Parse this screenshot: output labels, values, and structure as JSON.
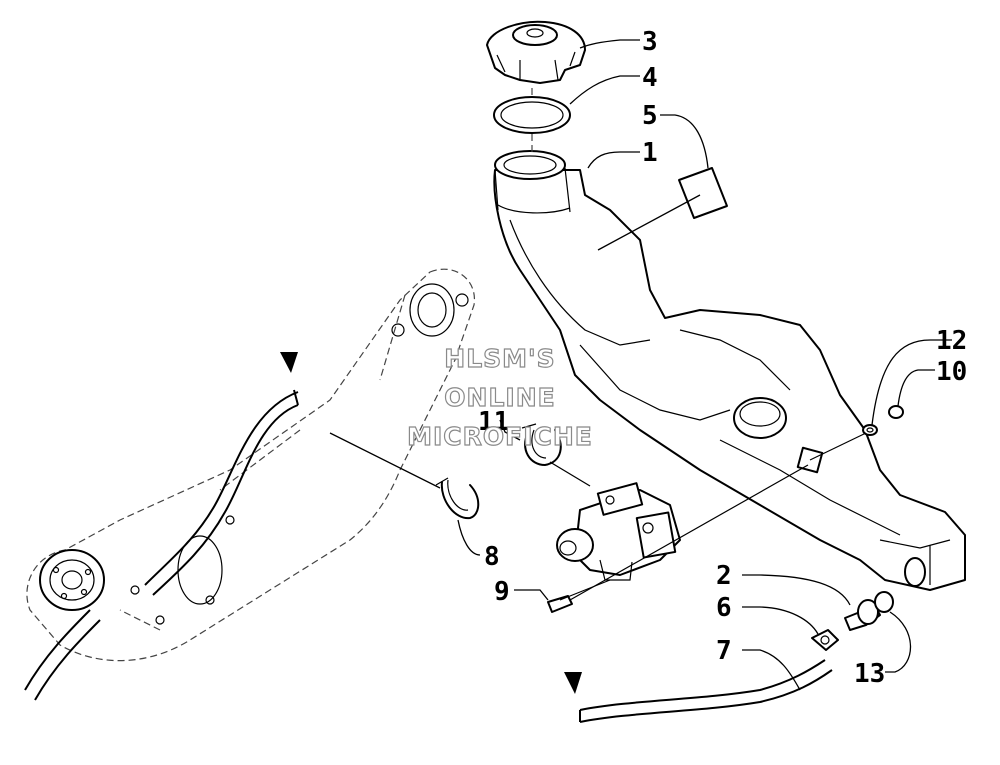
{
  "watermark": {
    "line1": "HLSM'S",
    "line2": "ONLINE",
    "line3": "MICROFICHE"
  },
  "callouts": [
    {
      "id": "c1",
      "label": "1"
    },
    {
      "id": "c2",
      "label": "2"
    },
    {
      "id": "c3",
      "label": "3"
    },
    {
      "id": "c4",
      "label": "4"
    },
    {
      "id": "c5",
      "label": "5"
    },
    {
      "id": "c6",
      "label": "6"
    },
    {
      "id": "c7",
      "label": "7"
    },
    {
      "id": "c8",
      "label": "8"
    },
    {
      "id": "c9",
      "label": "9"
    },
    {
      "id": "c10",
      "label": "10"
    },
    {
      "id": "c11",
      "label": "11"
    },
    {
      "id": "c12",
      "label": "12"
    },
    {
      "id": "c13",
      "label": "13"
    }
  ]
}
